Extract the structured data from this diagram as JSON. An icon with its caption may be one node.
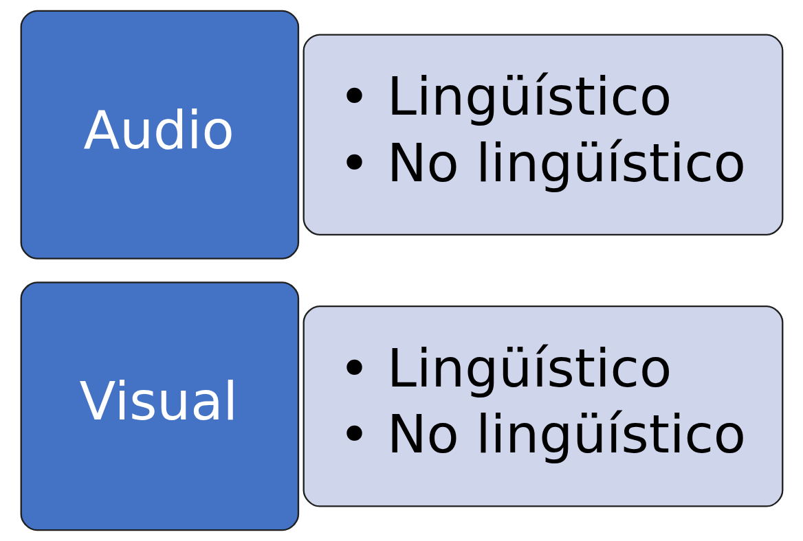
{
  "diagram": {
    "nodes": [
      {
        "text": [
          "Audio"
        ]
      },
      {
        "text": [
          "• Lingüístico",
          "• No lingüístico"
        ]
      },
      {
        "text": [
          "Visual"
        ]
      },
      {
        "text": [
          "• Lingüístico",
          "• No lingüístico"
        ]
      }
    ]
  }
}
